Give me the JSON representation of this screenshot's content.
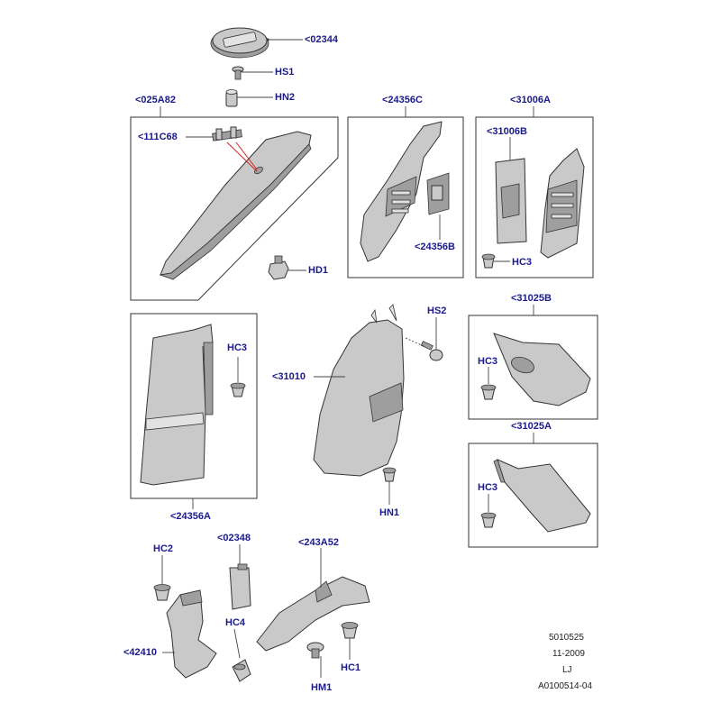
{
  "callouts": {
    "c02344": "<02344",
    "hs1": "HS1",
    "hn2": "HN2",
    "c025a82": "<025A82",
    "c111c68": "<111C68",
    "hd1": "HD1",
    "c24356c": "<24356C",
    "c24356b": "<24356B",
    "c31006a": "<31006A",
    "c31006b": "<31006B",
    "hc3_top": "HC3",
    "c31025b": "<31025B",
    "hc3_b": "HC3",
    "hs2": "HS2",
    "c31010": "<31010",
    "hn1": "HN1",
    "hc3_left": "HC3",
    "c24356a": "<24356A",
    "c31025a": "<31025A",
    "hc3_a": "HC3",
    "hc2": "HC2",
    "c02348": "<02348",
    "c243a52": "<243A52",
    "hc4": "HC4",
    "c42410": "<42410",
    "hc1": "HC1",
    "hm1": "HM1"
  },
  "meta": {
    "drawing_number": "5010525",
    "date": "11-2009",
    "initials": "LJ",
    "reference": "A0100514-04"
  },
  "colors": {
    "label": "#1a1a8c",
    "leader_highlight": "#cc2222",
    "part_fill": "#c9c9c9",
    "outline": "#333333"
  }
}
